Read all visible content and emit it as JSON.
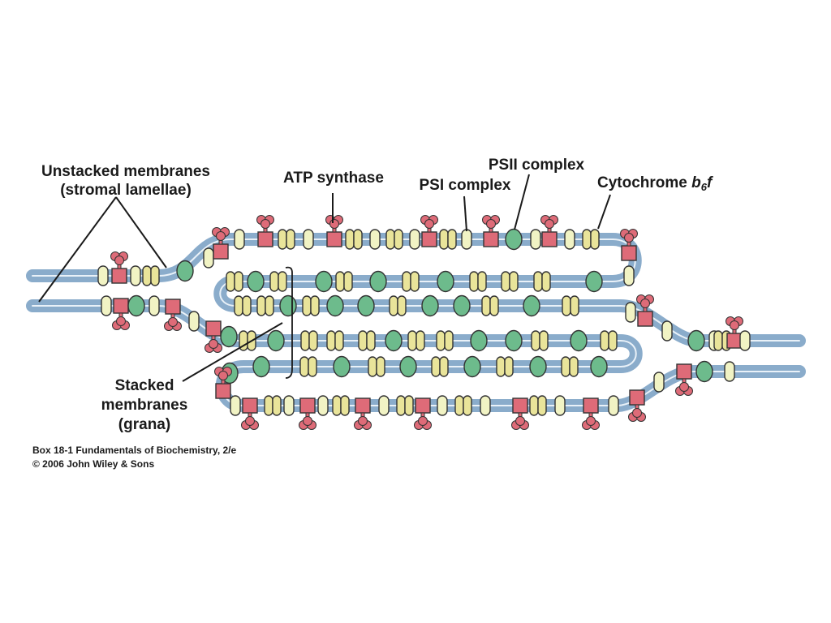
{
  "labels": {
    "unstacked_line1": "Unstacked membranes",
    "unstacked_line2": "(stromal lamellae)",
    "atp_synthase": "ATP synthase",
    "psi": "PSI complex",
    "psii": "PSII complex",
    "cytochrome_prefix": "Cytochrome ",
    "cytochrome_b": "b",
    "cytochrome_sub": "6",
    "cytochrome_f": "f",
    "stacked_line1": "Stacked",
    "stacked_line2": "membranes",
    "stacked_line3": "(grana)"
  },
  "caption": {
    "line1": "Box 18-1  Fundamentals of Biochemistry, 2/e",
    "line2": "© 2006 John Wiley & Sons"
  },
  "colors": {
    "membrane": "#8aaccb",
    "membrane_core": "#e9f1f8",
    "atp_synthase": "#de6b78",
    "psi": "#e9e49a",
    "psii": "#6dbb8c",
    "cytochrome": "#f1f3c4",
    "outline": "#333333"
  }
}
